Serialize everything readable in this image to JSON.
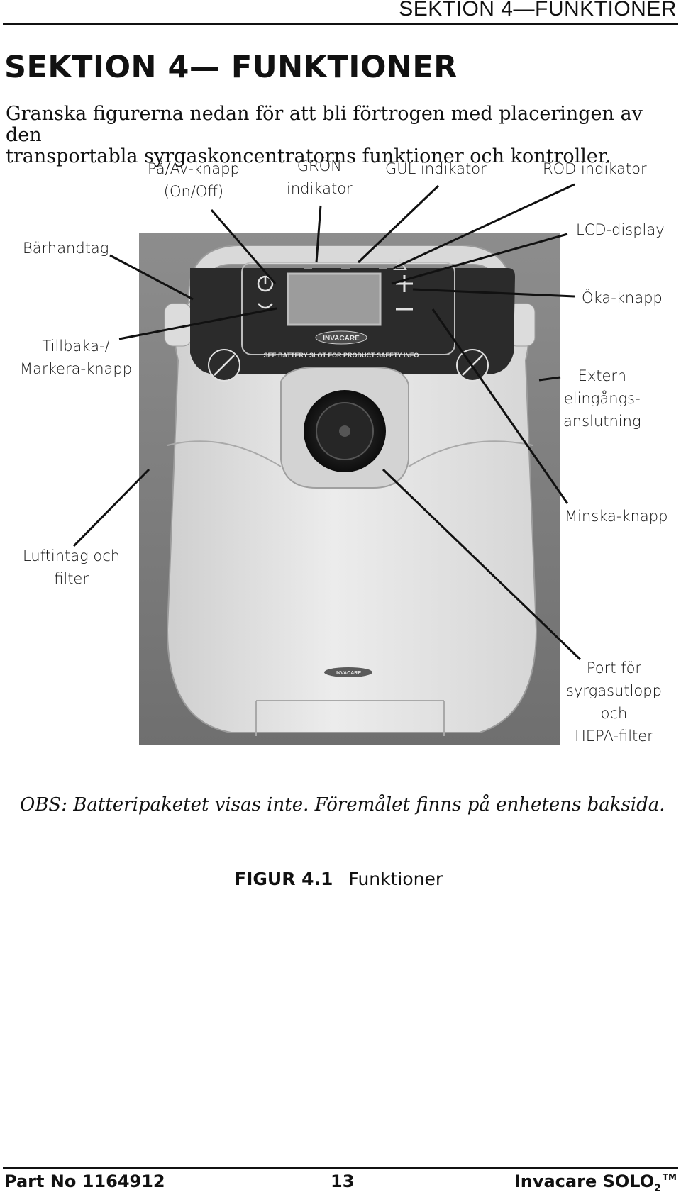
{
  "header": {
    "running_title": "SEKTION 4—FUNKTIONER"
  },
  "section": {
    "title": "SEKTION 4— FUNKTIONER",
    "intro_line1": "Granska figurerna nedan för att bli förtrogen med placeringen av den",
    "intro_line2": "transportabla syrgaskoncentratorns funktioner och kontroller."
  },
  "figure": {
    "callouts": {
      "on_off_line1": "På/Av-knapp",
      "on_off_line2": "(On/Off)",
      "green_line1": "GRÖN",
      "green_line2": "indikator",
      "yellow": "GUL indikator",
      "red": "RÖD indikator",
      "handle": "Bärhandtag",
      "lcd": "LCD-display",
      "increase": "Öka-knapp",
      "back_line1": "Tillbaka-/",
      "back_line2": "Markera-knapp",
      "external_line1": "Extern",
      "external_line2": "elingångs-",
      "external_line3": "anslutning",
      "decrease": "Minska-knapp",
      "air_intake_line1": "Luftintag och",
      "air_intake_line2": "filter",
      "outlet_line1": "Port för",
      "outlet_line2": "syrgasutlopp",
      "outlet_line3": "och",
      "outlet_line4": "HEPA-filter"
    },
    "device": {
      "panel_brand": "INVACARE",
      "panel_notice": "SEE BATTERY SLOT FOR PRODUCT SAFETY INFO",
      "front_brand": "INVACARE"
    },
    "note": "OBS: Batteripaketet visas inte. Föremålet finns på enhetens baksida.",
    "caption_label": "FIGUR 4.1",
    "caption_text": "Funktioner"
  },
  "footer": {
    "part_no": "Part No 1164912",
    "page_number": "13",
    "product": "Invacare SOLO",
    "product_subscript": "2",
    "trademark": "TM"
  }
}
